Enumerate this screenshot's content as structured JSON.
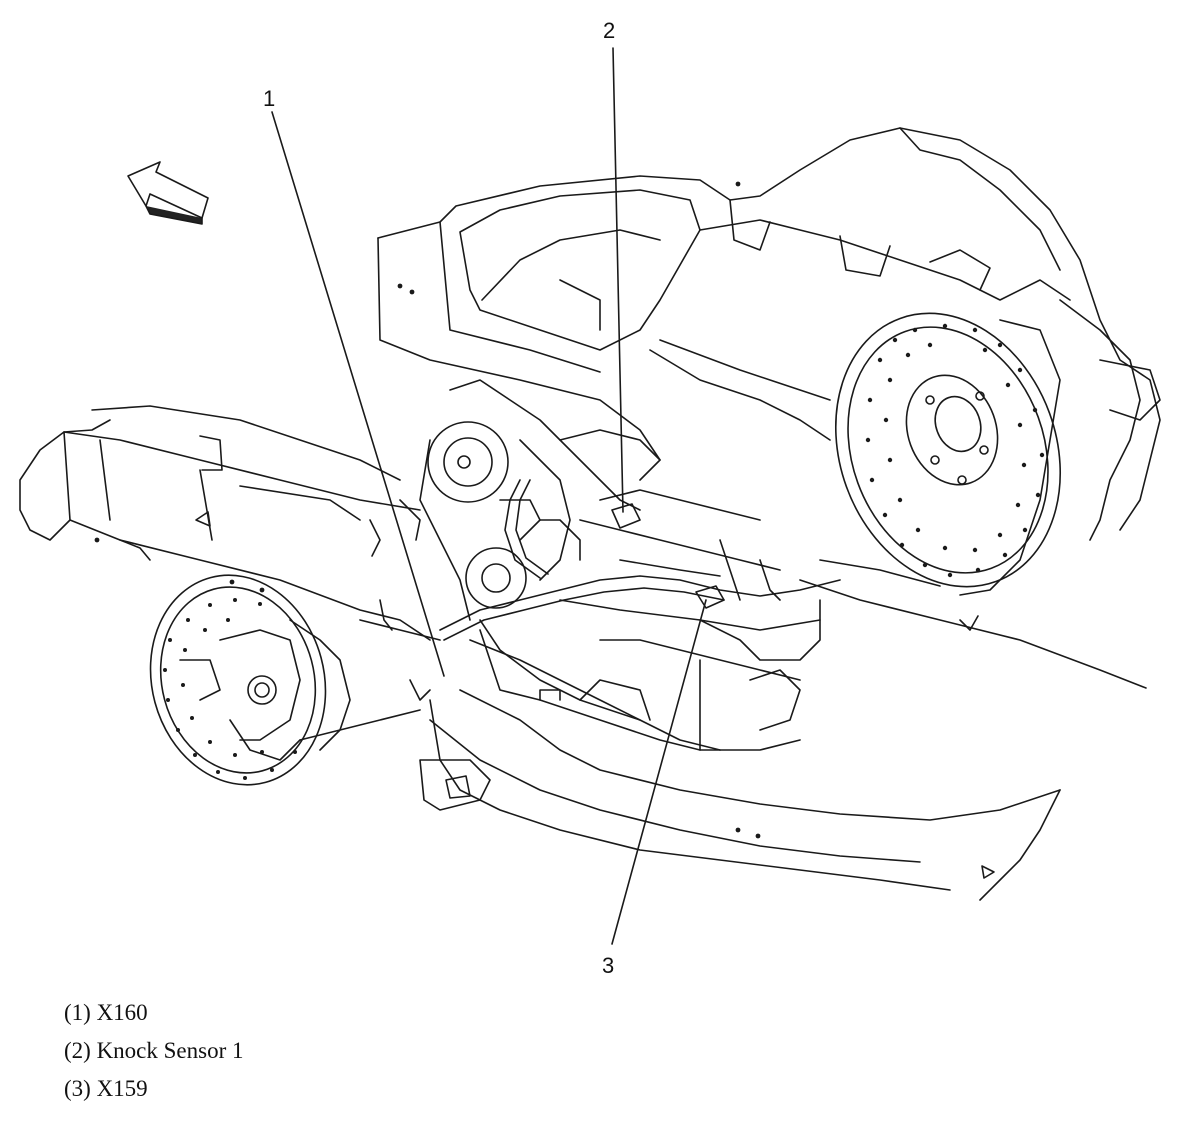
{
  "callouts": [
    {
      "number": "1",
      "label": "X160"
    },
    {
      "number": "2",
      "label": "Knock Sensor 1"
    },
    {
      "number": "3",
      "label": "X159"
    }
  ],
  "legend": [
    {
      "text": "(1) X160"
    },
    {
      "text": "(2) Knock Sensor 1"
    },
    {
      "text": "(3) X159"
    }
  ],
  "colors": {
    "line": "#1a1a1a",
    "background": "#ffffff"
  },
  "icons": [
    "front-direction-arrow-icon"
  ]
}
